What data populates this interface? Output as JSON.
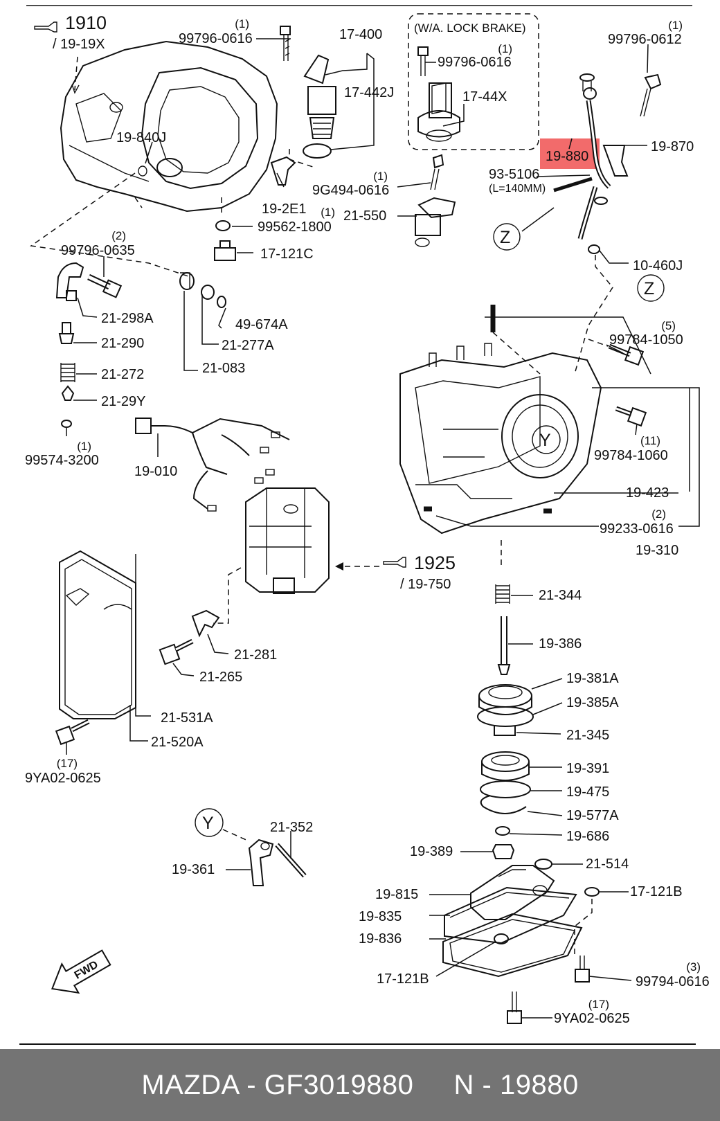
{
  "footer": {
    "brand": "MAZDA",
    "separator": " - ",
    "part_number": "GF3019880",
    "gap": "     ",
    "ref_prefix": "N",
    "ref_number": "19880"
  },
  "highlight_color": "#f26b6b",
  "sections": [
    {
      "key": "s1910",
      "number": "1910",
      "sub": "/ 19-19X"
    },
    {
      "key": "s1925",
      "number": "1925",
      "sub": "/ 19-750"
    }
  ],
  "lock_brake_box": {
    "title": "(W/A. LOCK BRAKE)"
  },
  "callouts": {
    "z": "Z",
    "y": "Y"
  },
  "fwd_label": "FWD",
  "labels": [
    {
      "key": "p99796_0616a",
      "text": "99796-0616",
      "qty": "(1)"
    },
    {
      "key": "p17_400",
      "text": "17-400",
      "qty": ""
    },
    {
      "key": "p17_442j",
      "text": "17-442J",
      "qty": ""
    },
    {
      "key": "p99796_0616b",
      "text": "99796-0616",
      "qty": "(1)"
    },
    {
      "key": "p17_44x",
      "text": "17-44X",
      "qty": ""
    },
    {
      "key": "p99796_0612",
      "text": "99796-0612",
      "qty": "(1)"
    },
    {
      "key": "p19_870",
      "text": "19-870",
      "qty": ""
    },
    {
      "key": "p19_880",
      "text": "19-880",
      "qty": ""
    },
    {
      "key": "p93_5106",
      "text": "93-5106",
      "qty": "",
      "note": "(L=140MM)"
    },
    {
      "key": "p19_840j",
      "text": "19-840J",
      "qty": ""
    },
    {
      "key": "p9g494",
      "text": "9G494-0616",
      "qty": "(1)"
    },
    {
      "key": "p19_2e1",
      "text": "19-2E1",
      "qty": ""
    },
    {
      "key": "p99562",
      "text": "99562-1800",
      "qty": "(1)"
    },
    {
      "key": "p21_550",
      "text": "21-550",
      "qty": ""
    },
    {
      "key": "p17_121c",
      "text": "17-121C",
      "qty": ""
    },
    {
      "key": "p10_460j",
      "text": "10-460J",
      "qty": ""
    },
    {
      "key": "p99796_0635",
      "text": "99796-0635",
      "qty": "(2)"
    },
    {
      "key": "p21_298a",
      "text": "21-298A",
      "qty": ""
    },
    {
      "key": "p49_674a",
      "text": "49-674A",
      "qty": ""
    },
    {
      "key": "p21_290",
      "text": "21-290",
      "qty": ""
    },
    {
      "key": "p21_277a",
      "text": "21-277A",
      "qty": ""
    },
    {
      "key": "p21_272",
      "text": "21-272",
      "qty": ""
    },
    {
      "key": "p21_083",
      "text": "21-083",
      "qty": ""
    },
    {
      "key": "p21_29y",
      "text": "21-29Y",
      "qty": ""
    },
    {
      "key": "p99574",
      "text": "99574-3200",
      "qty": "(1)"
    },
    {
      "key": "p19_010",
      "text": "19-010",
      "qty": ""
    },
    {
      "key": "p99784_1050",
      "text": "99784-1050",
      "qty": "(5)"
    },
    {
      "key": "p99784_1060",
      "text": "99784-1060",
      "qty": "(11)"
    },
    {
      "key": "p19_423",
      "text": "19-423",
      "qty": ""
    },
    {
      "key": "p99233",
      "text": "99233-0616",
      "qty": "(2)"
    },
    {
      "key": "p19_310",
      "text": "19-310",
      "qty": ""
    },
    {
      "key": "p21_344",
      "text": "21-344",
      "qty": ""
    },
    {
      "key": "p19_386",
      "text": "19-386",
      "qty": ""
    },
    {
      "key": "p21_281",
      "text": "21-281",
      "qty": ""
    },
    {
      "key": "p21_265",
      "text": "21-265",
      "qty": ""
    },
    {
      "key": "p19_381a",
      "text": "19-381A",
      "qty": ""
    },
    {
      "key": "p19_385a",
      "text": "19-385A",
      "qty": ""
    },
    {
      "key": "p21_531a",
      "text": "21-531A",
      "qty": ""
    },
    {
      "key": "p21_345",
      "text": "21-345",
      "qty": ""
    },
    {
      "key": "p21_520a",
      "text": "21-520A",
      "qty": ""
    },
    {
      "key": "p9ya02a",
      "text": "9YA02-0625",
      "qty": "(17)"
    },
    {
      "key": "p19_391",
      "text": "19-391",
      "qty": ""
    },
    {
      "key": "p19_475",
      "text": "19-475",
      "qty": ""
    },
    {
      "key": "p19_577a",
      "text": "19-577A",
      "qty": ""
    },
    {
      "key": "p19_686",
      "text": "19-686",
      "qty": ""
    },
    {
      "key": "p21_352",
      "text": "21-352",
      "qty": ""
    },
    {
      "key": "p19_389",
      "text": "19-389",
      "qty": ""
    },
    {
      "key": "p21_514",
      "text": "21-514",
      "qty": ""
    },
    {
      "key": "p19_361",
      "text": "19-361",
      "qty": ""
    },
    {
      "key": "p19_815",
      "text": "19-815",
      "qty": ""
    },
    {
      "key": "p17_121b_a",
      "text": "17-121B",
      "qty": ""
    },
    {
      "key": "p19_835",
      "text": "19-835",
      "qty": ""
    },
    {
      "key": "p19_836",
      "text": "19-836",
      "qty": ""
    },
    {
      "key": "p99794",
      "text": "99794-0616",
      "qty": "(3)"
    },
    {
      "key": "p17_121b_b",
      "text": "17-121B",
      "qty": ""
    },
    {
      "key": "p9ya02b",
      "text": "9YA02-0625",
      "qty": "(17)"
    }
  ]
}
